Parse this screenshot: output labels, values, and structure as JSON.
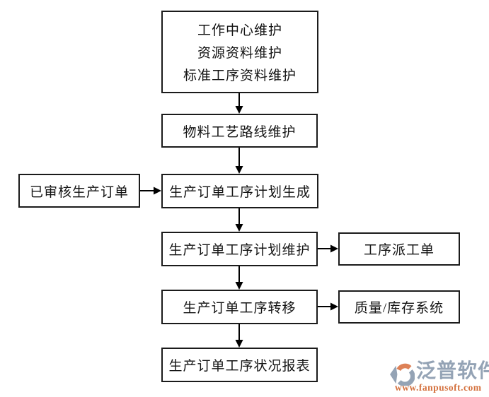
{
  "diagram": {
    "nodes": {
      "master_data": {
        "lines": [
          "工作中心维护",
          "资源资料维护",
          "标准工序资料维护"
        ]
      },
      "routing": {
        "label": "物料工艺路线维护"
      },
      "approved_order": {
        "label": "已审核生产订单"
      },
      "plan_generate": {
        "label": "生产订单工序计划生成"
      },
      "plan_maintain": {
        "label": "生产订单工序计划维护"
      },
      "dispatch_order": {
        "label": "工序派工单"
      },
      "process_transfer": {
        "label": "生产订单工序转移"
      },
      "quality_inventory": {
        "label": "质量/库存系统"
      },
      "status_report": {
        "label": "生产订单工序状况报表"
      }
    },
    "colors": {
      "box_border": "#1b1b1b",
      "arrow": "#000000",
      "background": "#ffffff"
    }
  },
  "logo": {
    "brand": "泛普软件",
    "url": "www.fanpusoft.com",
    "brand_color": "#94a3b5",
    "url_color": "#d4713e",
    "icon_gray": "#94a3b5",
    "icon_orange": "#dd8157"
  }
}
